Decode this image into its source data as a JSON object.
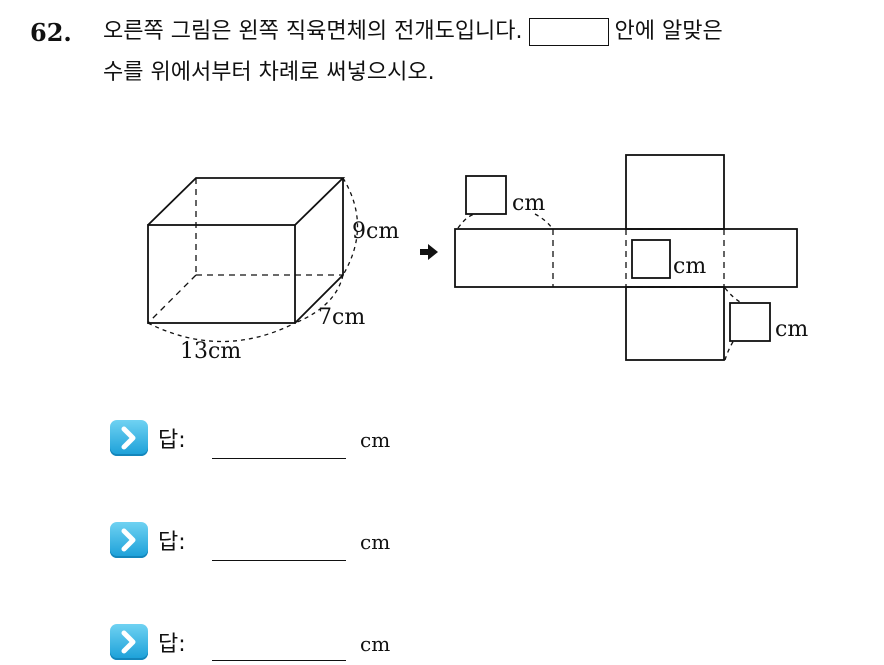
{
  "question": {
    "number": "62.",
    "line1_before_box": "오른쪽 그림은 왼쪽 직육면체의 전개도입니다.",
    "line1_after_box": "안에 알맞은",
    "line2": "수를 위에서부터 차례로 써넣으시오."
  },
  "figure": {
    "cuboid_height_label": "9cm",
    "cuboid_depth_label": "7cm",
    "cuboid_width_label": "13cm",
    "net_label_top": "cm",
    "net_label_middle": "cm",
    "net_label_bottom": "cm",
    "arrow_icon": "right-arrow-icon"
  },
  "answers": [
    {
      "label": "답:",
      "unit": "cm",
      "icon": "chevron-right-icon"
    },
    {
      "label": "답:",
      "unit": "cm",
      "icon": "chevron-right-icon"
    },
    {
      "label": "답:",
      "unit": "cm",
      "icon": "chevron-right-icon"
    }
  ],
  "colors": {
    "icon_top": "#6fd2f2",
    "icon_bottom": "#1a9fd8"
  }
}
